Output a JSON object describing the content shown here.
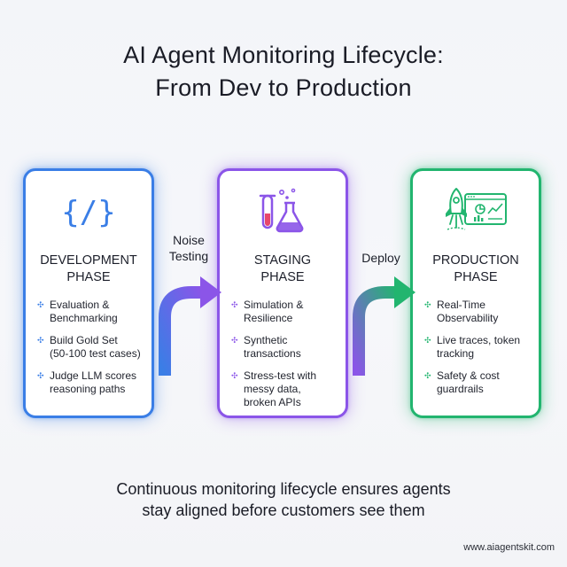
{
  "title": {
    "line1": "AI Agent Monitoring Lifecycle:",
    "line2": "From Dev to Production"
  },
  "colors": {
    "development": "#3a7ee6",
    "staging": "#8b55e8",
    "production": "#22b56f"
  },
  "phases": [
    {
      "icon": "code-icon",
      "title_line1": "DEVELOPMENT",
      "title_line2": "PHASE",
      "bullets": [
        "Evaluation &\nBenchmarking",
        "Build Gold Set\n(50-100 test cases)",
        "Judge LLM scores\nreasoning paths"
      ]
    },
    {
      "icon": "flask-icon",
      "title_line1": "STAGING",
      "title_line2": "PHASE",
      "bullets": [
        "Simulation &\nResilience",
        "Synthetic\ntransactions",
        "Stress-test with\nmessy data,\nbroken APIs"
      ]
    },
    {
      "icon": "rocket-dashboard-icon",
      "title_line1": "PRODUCTION",
      "title_line2": "PHASE",
      "bullets": [
        "Real-Time\nObservability",
        "Live traces, token\ntracking",
        "Safety & cost\nguardrails"
      ]
    }
  ],
  "arrows": [
    {
      "label_line1": "Noise",
      "label_line2": "Testing"
    },
    {
      "label_line1": "Deploy",
      "label_line2": ""
    }
  ],
  "footer": {
    "line1": "Continuous monitoring lifecycle ensures agents",
    "line2": "stay aligned before customers see them"
  },
  "url": "www.aiagentskit.com",
  "bullet_glyph": "✣"
}
